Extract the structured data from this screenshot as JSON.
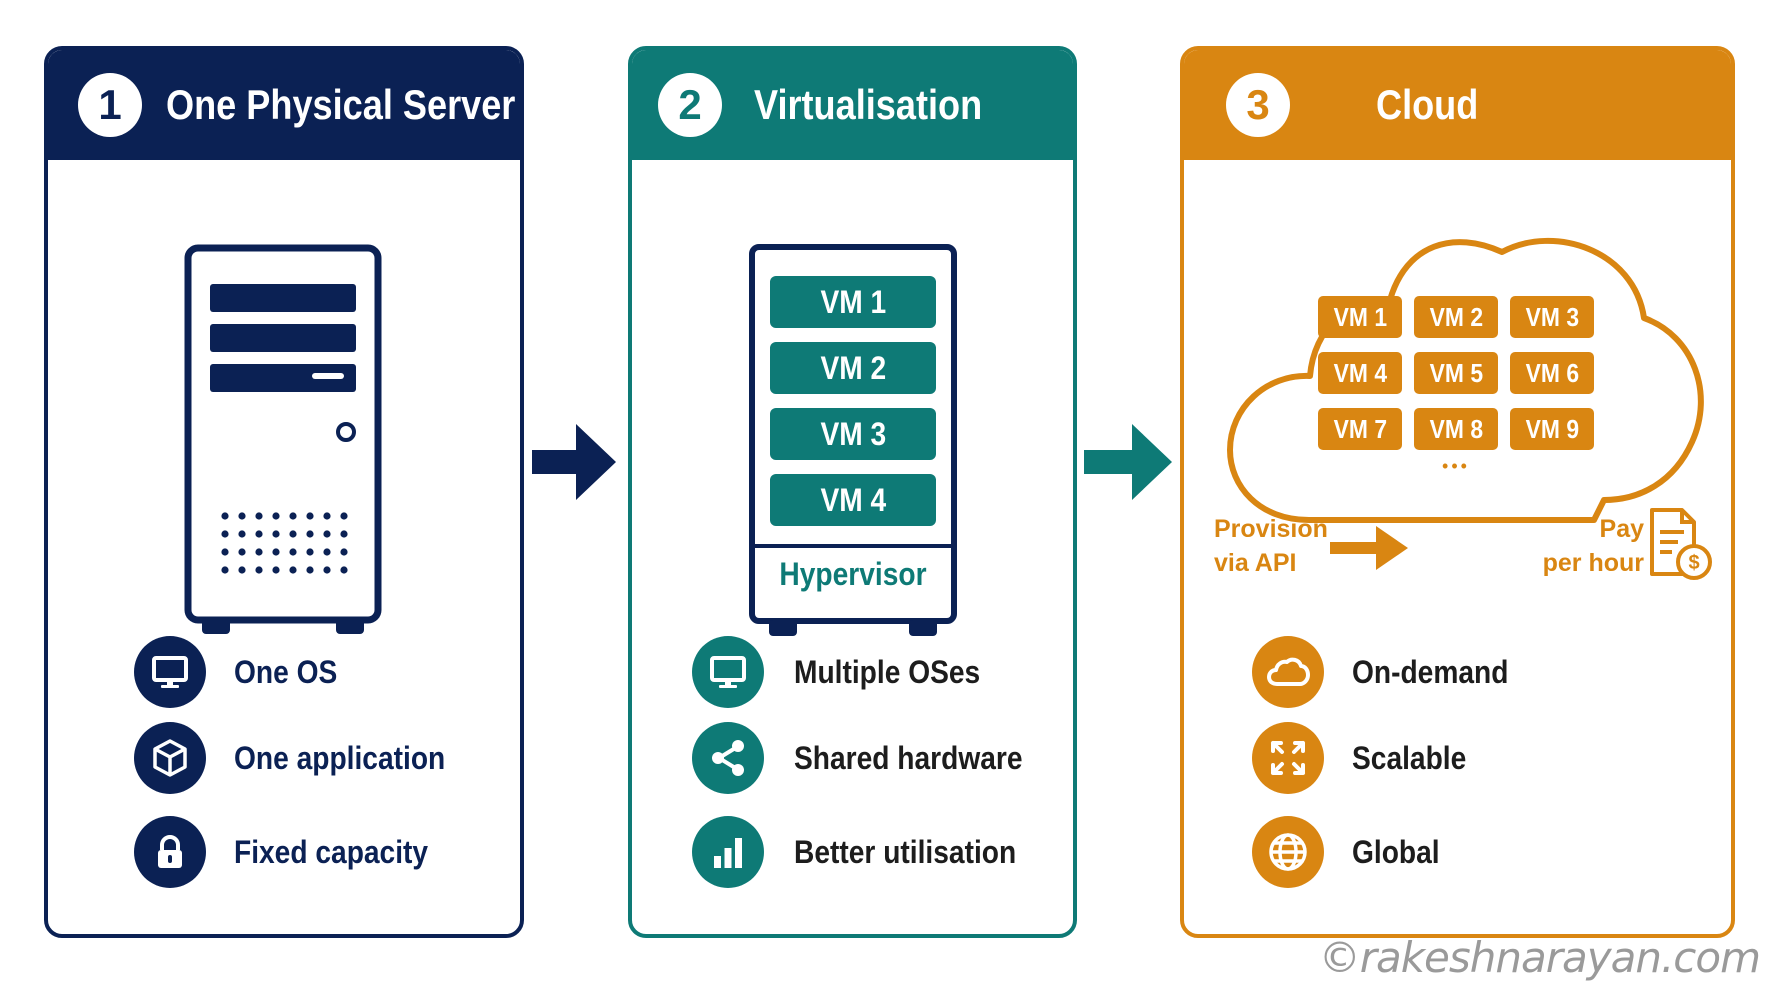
{
  "panels": [
    {
      "number": "1",
      "title": "One Physical Server",
      "color": "#0b2154",
      "features": [
        {
          "icon": "monitor-icon",
          "label": "One OS"
        },
        {
          "icon": "cube-icon",
          "label": "One application"
        },
        {
          "icon": "lock-icon",
          "label": "Fixed capacity"
        }
      ]
    },
    {
      "number": "2",
      "title": "Virtualisation",
      "color": "#0e7a76",
      "vms": [
        "VM 1",
        "VM 2",
        "VM 3",
        "VM 4"
      ],
      "hypervisor": "Hypervisor",
      "features": [
        {
          "icon": "monitor-icon",
          "label": "Multiple OSes"
        },
        {
          "icon": "share-icon",
          "label": "Shared hardware"
        },
        {
          "icon": "bar-chart-icon",
          "label": "Better utilisation"
        }
      ]
    },
    {
      "number": "3",
      "title": "Cloud",
      "color": "#d98612",
      "vms": [
        "VM 1",
        "VM 2",
        "VM 3",
        "VM 4",
        "VM 5",
        "VM 6",
        "VM 7",
        "VM 8",
        "VM 9"
      ],
      "ellipsis": "•••",
      "provision_line1": "Provision",
      "provision_line2": "via API",
      "pay_line1": "Pay",
      "pay_line2": "per hour",
      "features": [
        {
          "icon": "cloud-icon",
          "label": "On-demand"
        },
        {
          "icon": "expand-icon",
          "label": "Scalable"
        },
        {
          "icon": "globe-icon",
          "label": "Global"
        }
      ]
    }
  ],
  "credit": "©rakeshnarayan.com"
}
